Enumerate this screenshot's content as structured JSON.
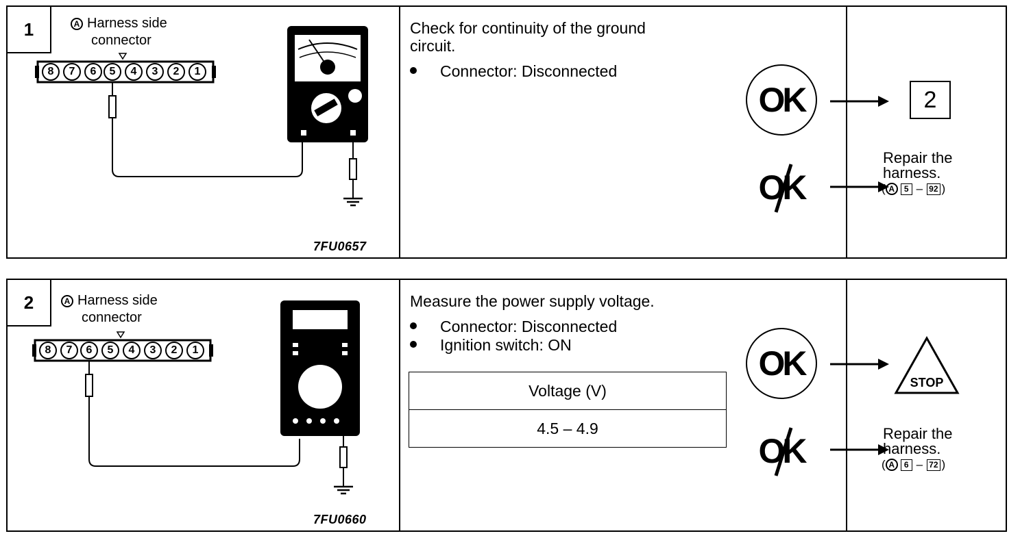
{
  "steps": [
    {
      "number": "1",
      "figure": {
        "connector_label": "Harness side",
        "connector_label_2": "connector",
        "connector_marker": "A",
        "pins": [
          "8",
          "7",
          "6",
          "5",
          "4",
          "3",
          "2",
          "1"
        ],
        "probed_pin": "5",
        "meter_icon": "analog-ohmmeter-icon",
        "code": "7FU0657"
      },
      "title": "Check for continuity of the ground",
      "title_2": "circuit.",
      "bullets": [
        "Connector: Disconnected"
      ],
      "ok_label": "OK",
      "ng_label": "OK",
      "ok_result": "2",
      "ng_result_line1": "Repair the",
      "ng_result_line2": "harness.",
      "ng_ref": {
        "open": "(",
        "marker": "A",
        "page": "5",
        "dash": "–",
        "fig": "92",
        "close": ")"
      }
    },
    {
      "number": "2",
      "figure": {
        "connector_label": "Harness side",
        "connector_label_2": "connector",
        "connector_marker": "A",
        "pins": [
          "8",
          "7",
          "6",
          "5",
          "4",
          "3",
          "2",
          "1"
        ],
        "probed_pin": "6",
        "meter_icon": "digital-voltmeter-icon",
        "code": "7FU0660"
      },
      "title": "Measure the power supply voltage.",
      "bullets": [
        "Connector: Disconnected",
        "Ignition switch: ON"
      ],
      "table": {
        "header": "Voltage  (V)",
        "value": "4.5  –  4.9"
      },
      "ok_label": "OK",
      "ng_label": "OK",
      "ok_result": "STOP",
      "ng_result_line1": "Repair the",
      "ng_result_line2": "harness.",
      "ng_ref": {
        "open": "(",
        "marker": "A",
        "page": "6",
        "dash": "–",
        "fig": "72",
        "close": ")"
      }
    }
  ]
}
